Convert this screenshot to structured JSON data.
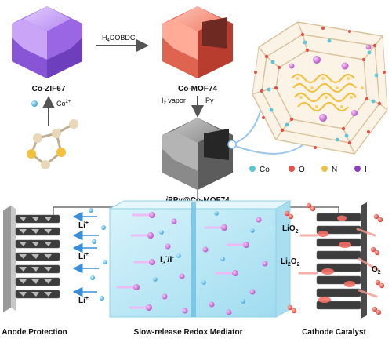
{
  "top": {
    "zif_label": "Co-ZIF67",
    "mof_label": "Co-MOF74",
    "ppy_label_italic": "i",
    "ppy_label_rest": "PPy@Co-MOF74",
    "reagent_h4": "H",
    "reagent_sub4": "4",
    "reagent_rest": "DOBDC",
    "co_ion": "Co",
    "co_charge": "2+",
    "i2_main": "I",
    "i2_sub": "2",
    "i2_rest": " vapor",
    "py": "Py"
  },
  "legend": {
    "items": [
      {
        "label": "Co",
        "color": "#5bc6d8"
      },
      {
        "label": "O",
        "color": "#e0524a"
      },
      {
        "label": "N",
        "color": "#f2c142"
      },
      {
        "label": "I",
        "color": "#8a3fc2"
      }
    ]
  },
  "bottom": {
    "li": "Li",
    "li_charge": "+",
    "redox_i3": "I",
    "redox_sub3": "3",
    "redox_sup": "-",
    "redox_slash": "/I",
    "redox_sup2": "-",
    "lio2": "LiO",
    "lio2_sub": "2",
    "li2o2_a": "Li",
    "li2o2_sub1": "2",
    "li2o2_b": "O",
    "li2o2_sub2": "2",
    "o2": "O",
    "o2_sub": "2",
    "anode_caption": "Anode Protection",
    "mediator_caption": "Slow-release Redox Mediator",
    "cathode_caption": "Cathode Catalyst"
  },
  "colors": {
    "zif": "#b58af0",
    "mof": "#f07f6b",
    "ppy": "#7d7d7d",
    "electrolyte": "#bfe8f6",
    "purple_ion": "#cf6bd8",
    "blue_ion": "#4fb7e8"
  }
}
